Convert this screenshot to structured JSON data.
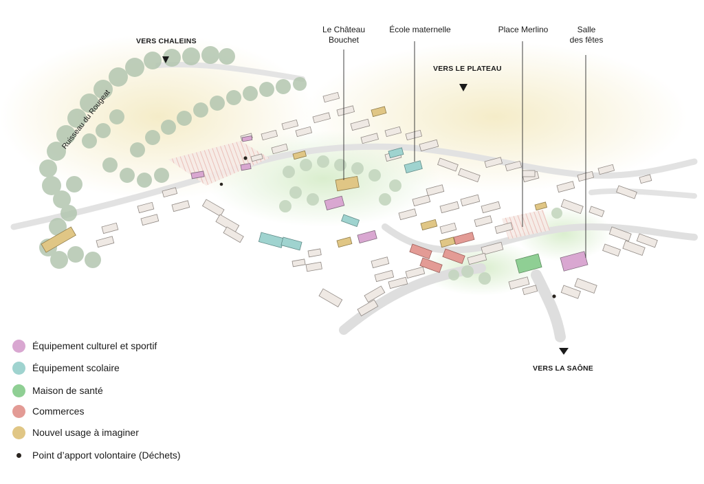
{
  "colors": {
    "culturel": "#d9a7d1",
    "scolaire": "#9fd3cf",
    "sante": "#8fcf94",
    "commerces": "#e39b95",
    "nouvel": "#e0c685",
    "point": "#2a2520",
    "building": "#efe9e4",
    "roof_shadow": "#b9b2ad",
    "tree": "#b3c6b0",
    "road": "#dcdcdc"
  },
  "places": {
    "chateau_line1": "Le Château",
    "chateau_line2": "Bouchet",
    "ecole": "École maternelle",
    "merlino": "Place Merlino",
    "salle_line1": "Salle",
    "salle_line2": "des fêtes"
  },
  "directions": {
    "chaleins": "VERS CHALEINS",
    "plateau": "VERS LE PLATEAU",
    "saone": "VERS LA SAÔNE"
  },
  "stream": "Ruisseau du Rougeat",
  "legend": [
    {
      "label": "Équipement culturel et sportif",
      "color": "#d9a7d1",
      "icon": "circle-swatch-icon"
    },
    {
      "label": "Équipement scolaire",
      "color": "#9fd3cf",
      "icon": "circle-swatch-icon"
    },
    {
      "label": "Maison de santé",
      "color": "#8fcf94",
      "icon": "circle-swatch-icon"
    },
    {
      "label": "Commerces",
      "color": "#e39b95",
      "icon": "circle-swatch-icon"
    },
    {
      "label": "Nouvel usage à imaginer",
      "color": "#e0c685",
      "icon": "circle-swatch-icon"
    },
    {
      "label": "Point d’apport volontaire (Déchets)",
      "color": "#2a2520",
      "icon": "dot-icon"
    }
  ]
}
